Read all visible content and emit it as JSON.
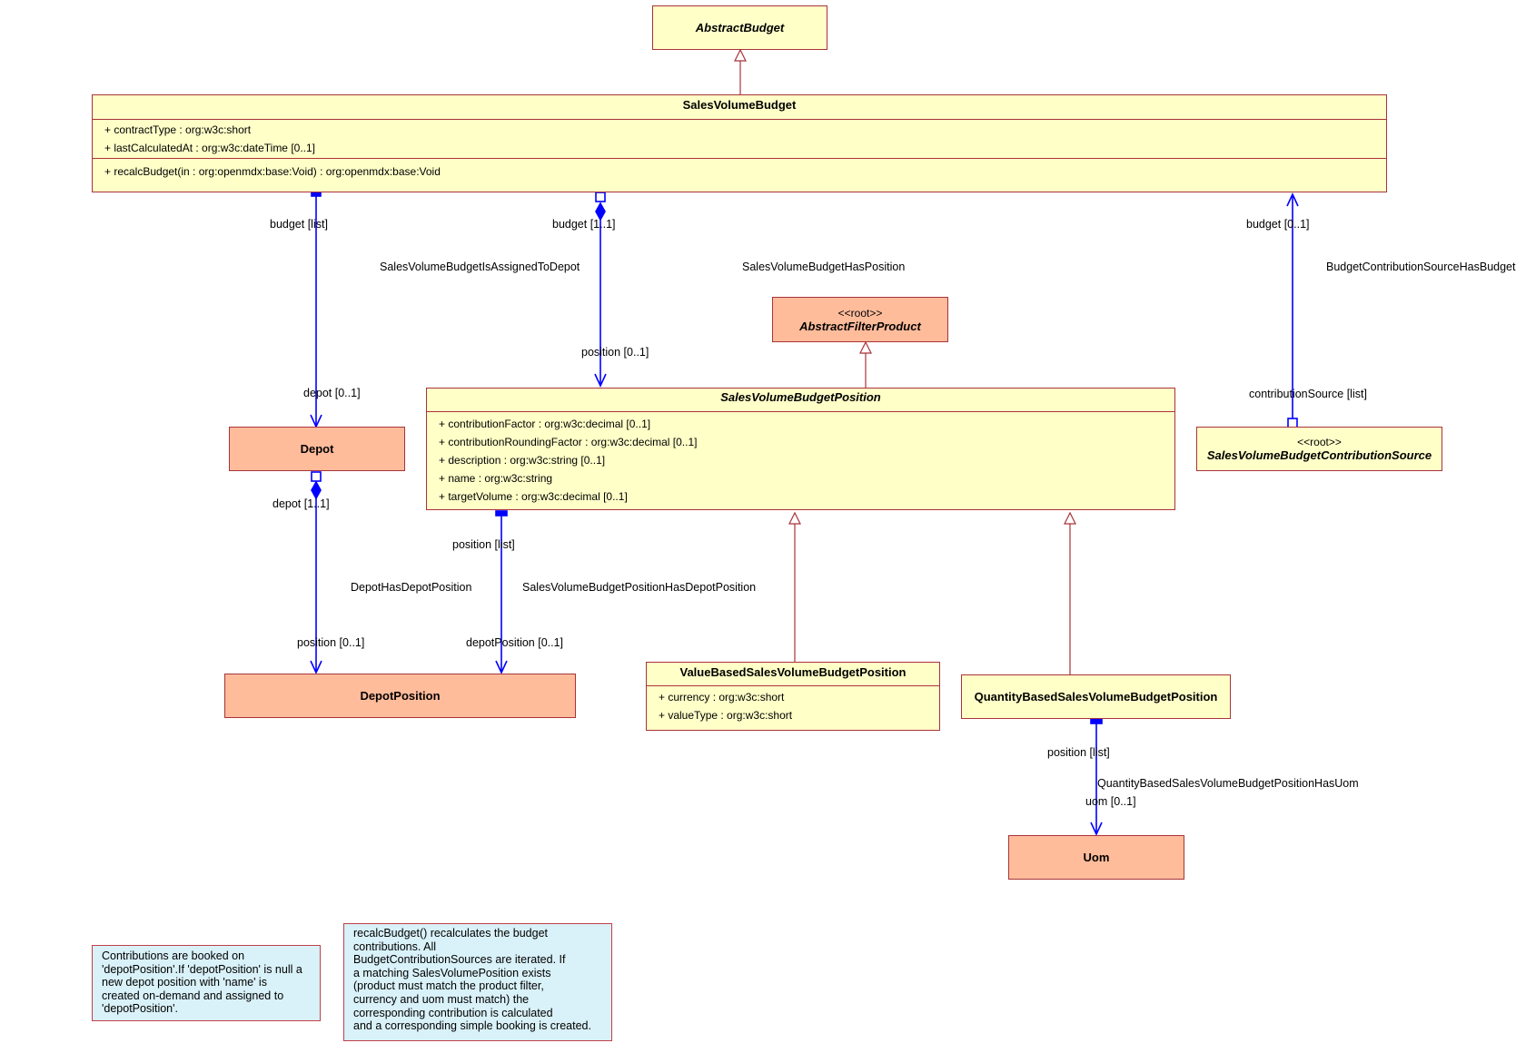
{
  "classes": {
    "abstract_budget": {
      "name": "AbstractBudget"
    },
    "sales_volume_budget": {
      "name": "SalesVolumeBudget",
      "attributes": [
        "+ contractType : org:w3c:short",
        "+ lastCalculatedAt : org:w3c:dateTime [0..1]"
      ],
      "operations": [
        "+ recalcBudget(in : org:openmdx:base:Void) : org:openmdx:base:Void"
      ]
    },
    "abstract_filter_product": {
      "stereotype": "<<root>>",
      "name": "AbstractFilterProduct"
    },
    "sales_volume_budget_position": {
      "name": "SalesVolumeBudgetPosition",
      "attributes": [
        "+ contributionFactor : org:w3c:decimal [0..1]",
        "+ contributionRoundingFactor : org:w3c:decimal [0..1]",
        "+ description : org:w3c:string [0..1]",
        "+ name : org:w3c:string",
        "+ targetVolume : org:w3c:decimal [0..1]"
      ]
    },
    "contribution_source": {
      "stereotype": "<<root>>",
      "name": "SalesVolumeBudgetContributionSource"
    },
    "depot": {
      "name": "Depot"
    },
    "depot_position": {
      "name": "DepotPosition"
    },
    "value_based": {
      "name": "ValueBasedSalesVolumeBudgetPosition",
      "attributes": [
        "+ currency : org:w3c:short",
        "+ valueType : org:w3c:short"
      ]
    },
    "quantity_based": {
      "name": "QuantityBasedSalesVolumeBudgetPosition"
    },
    "uom": {
      "name": "Uom"
    }
  },
  "associations": {
    "depot_assignment": {
      "name": "SalesVolumeBudgetIsAssignedToDepot",
      "end_a": "budget [list]",
      "end_b": "depot [0..1]"
    },
    "has_position": {
      "name": "SalesVolumeBudgetHasPosition",
      "end_a": "budget [1..1]",
      "end_b": "position [0..1]"
    },
    "contribution_source": {
      "name": "BudgetContributionSourceHasBudget",
      "end_a": "budget [0..1]",
      "end_b": "contributionSource [list]"
    },
    "depot_has_position": {
      "name": "DepotHasDepotPosition",
      "end_a": "depot [1..1]",
      "end_b": "position [0..1]"
    },
    "position_has_depot_position": {
      "name": "SalesVolumeBudgetPositionHasDepotPosition",
      "end_a": "position [list]",
      "end_b": "depotPosition [0..1]"
    },
    "has_uom": {
      "name": "QuantityBasedSalesVolumeBudgetPositionHasUom",
      "end_a": "position [list]",
      "end_b": "uom [0..1]"
    }
  },
  "notes": {
    "depot_position_note": "Contributions are booked on\n'depotPosition'.If 'depotPosition' is null a\nnew depot position with 'name' is\ncreated on-demand and assigned to\n'depotPosition'.",
    "recalc_note": "recalcBudget() recalculates the budget\ncontributions. All\nBudgetContributionSources are iterated. If\na matching SalesVolumePosition exists\n(product must match the product filter,\ncurrency and uom must match) the\ncorresponding contribution is calculated\nand a corresponding simple booking is created."
  },
  "colors": {
    "class_fill": "#ffffc8",
    "root_class_fill": "#ffbc9b",
    "class_border": "#a8333a",
    "association_line": "#0000ff",
    "generalization_line": "#a8333a",
    "note_fill": "#d9f1f8"
  }
}
